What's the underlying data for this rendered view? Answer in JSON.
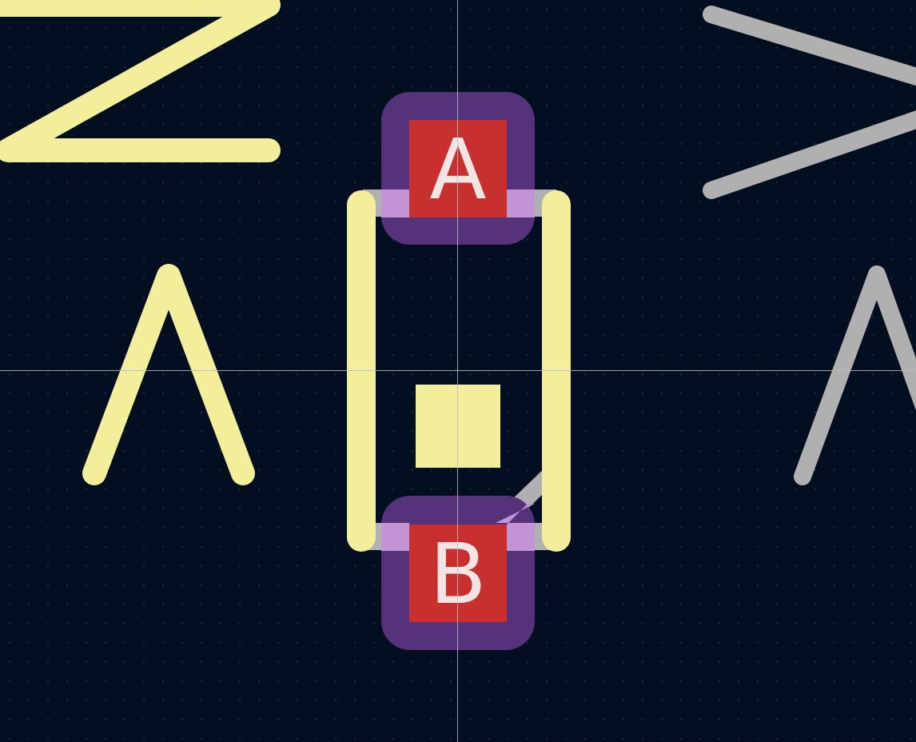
{
  "view": {
    "title": "",
    "background": "#020f21",
    "grid_dots": true,
    "crosshair": true
  },
  "pads": [
    {
      "name": "A",
      "copper_color": "#c83030",
      "mask_color": "#56327a"
    },
    {
      "name": "B",
      "copper_color": "#c83030",
      "mask_color": "#56327a"
    }
  ],
  "colors": {
    "silkscreen": "#f2ee9c",
    "fabrication": "#b0b0b0",
    "overlap": "#c294d6",
    "crosshair": "#b4bcc8",
    "grid_dot": "#2a3a55"
  },
  "reference_glyphs": [
    {
      "glyph": "Z",
      "layer": "silkscreen"
    },
    {
      "glyph": ">",
      "layer": "fabrication"
    },
    {
      "glyph": "^",
      "layer": "silkscreen"
    },
    {
      "glyph": "^",
      "layer": "fabrication"
    }
  ]
}
